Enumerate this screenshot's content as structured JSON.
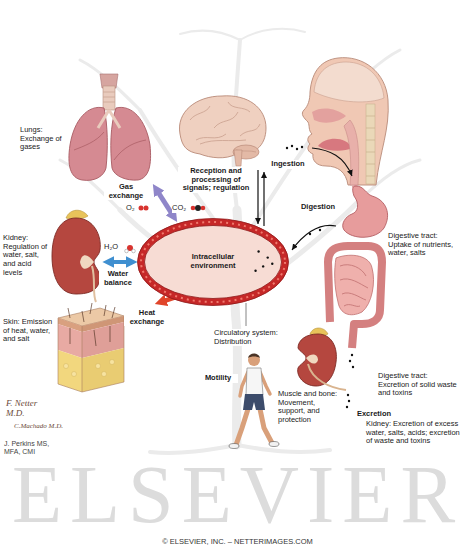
{
  "diagram": {
    "nodes": [
      {
        "text": [
          "Intracellular environment"
        ]
      }
    ],
    "labels": [
      "Lungs: Exchange of gases",
      "Gas exchange",
      "O₂",
      "CO₂",
      "Reception and processing of signals; regulation",
      "Ingestion",
      "Digestion",
      "Digestive tract: Uptake of nutrients, water, salts",
      "Kidney: Regulation of water, salt, and acid levels",
      "H₂O",
      "Water balance",
      "Heat exchange",
      "Skin: Emission of heat, water, and salt",
      "Circulatory system: Distribution",
      "Motility",
      "Muscle and bone: Movement, support, and protection",
      "Digestive tract: Excretion of solid waste and toxins",
      "Excretion",
      "Kidney: Excretion of excess water, salts, acids; excretion of waste and toxins",
      "F. Netter M.D.",
      "C.Machado M.D.",
      "J. Perkins MS, MFA, CMI",
      "ELSEVIER",
      "© ELSEVIER, INC. – NETTERIMAGES.COM"
    ]
  }
}
